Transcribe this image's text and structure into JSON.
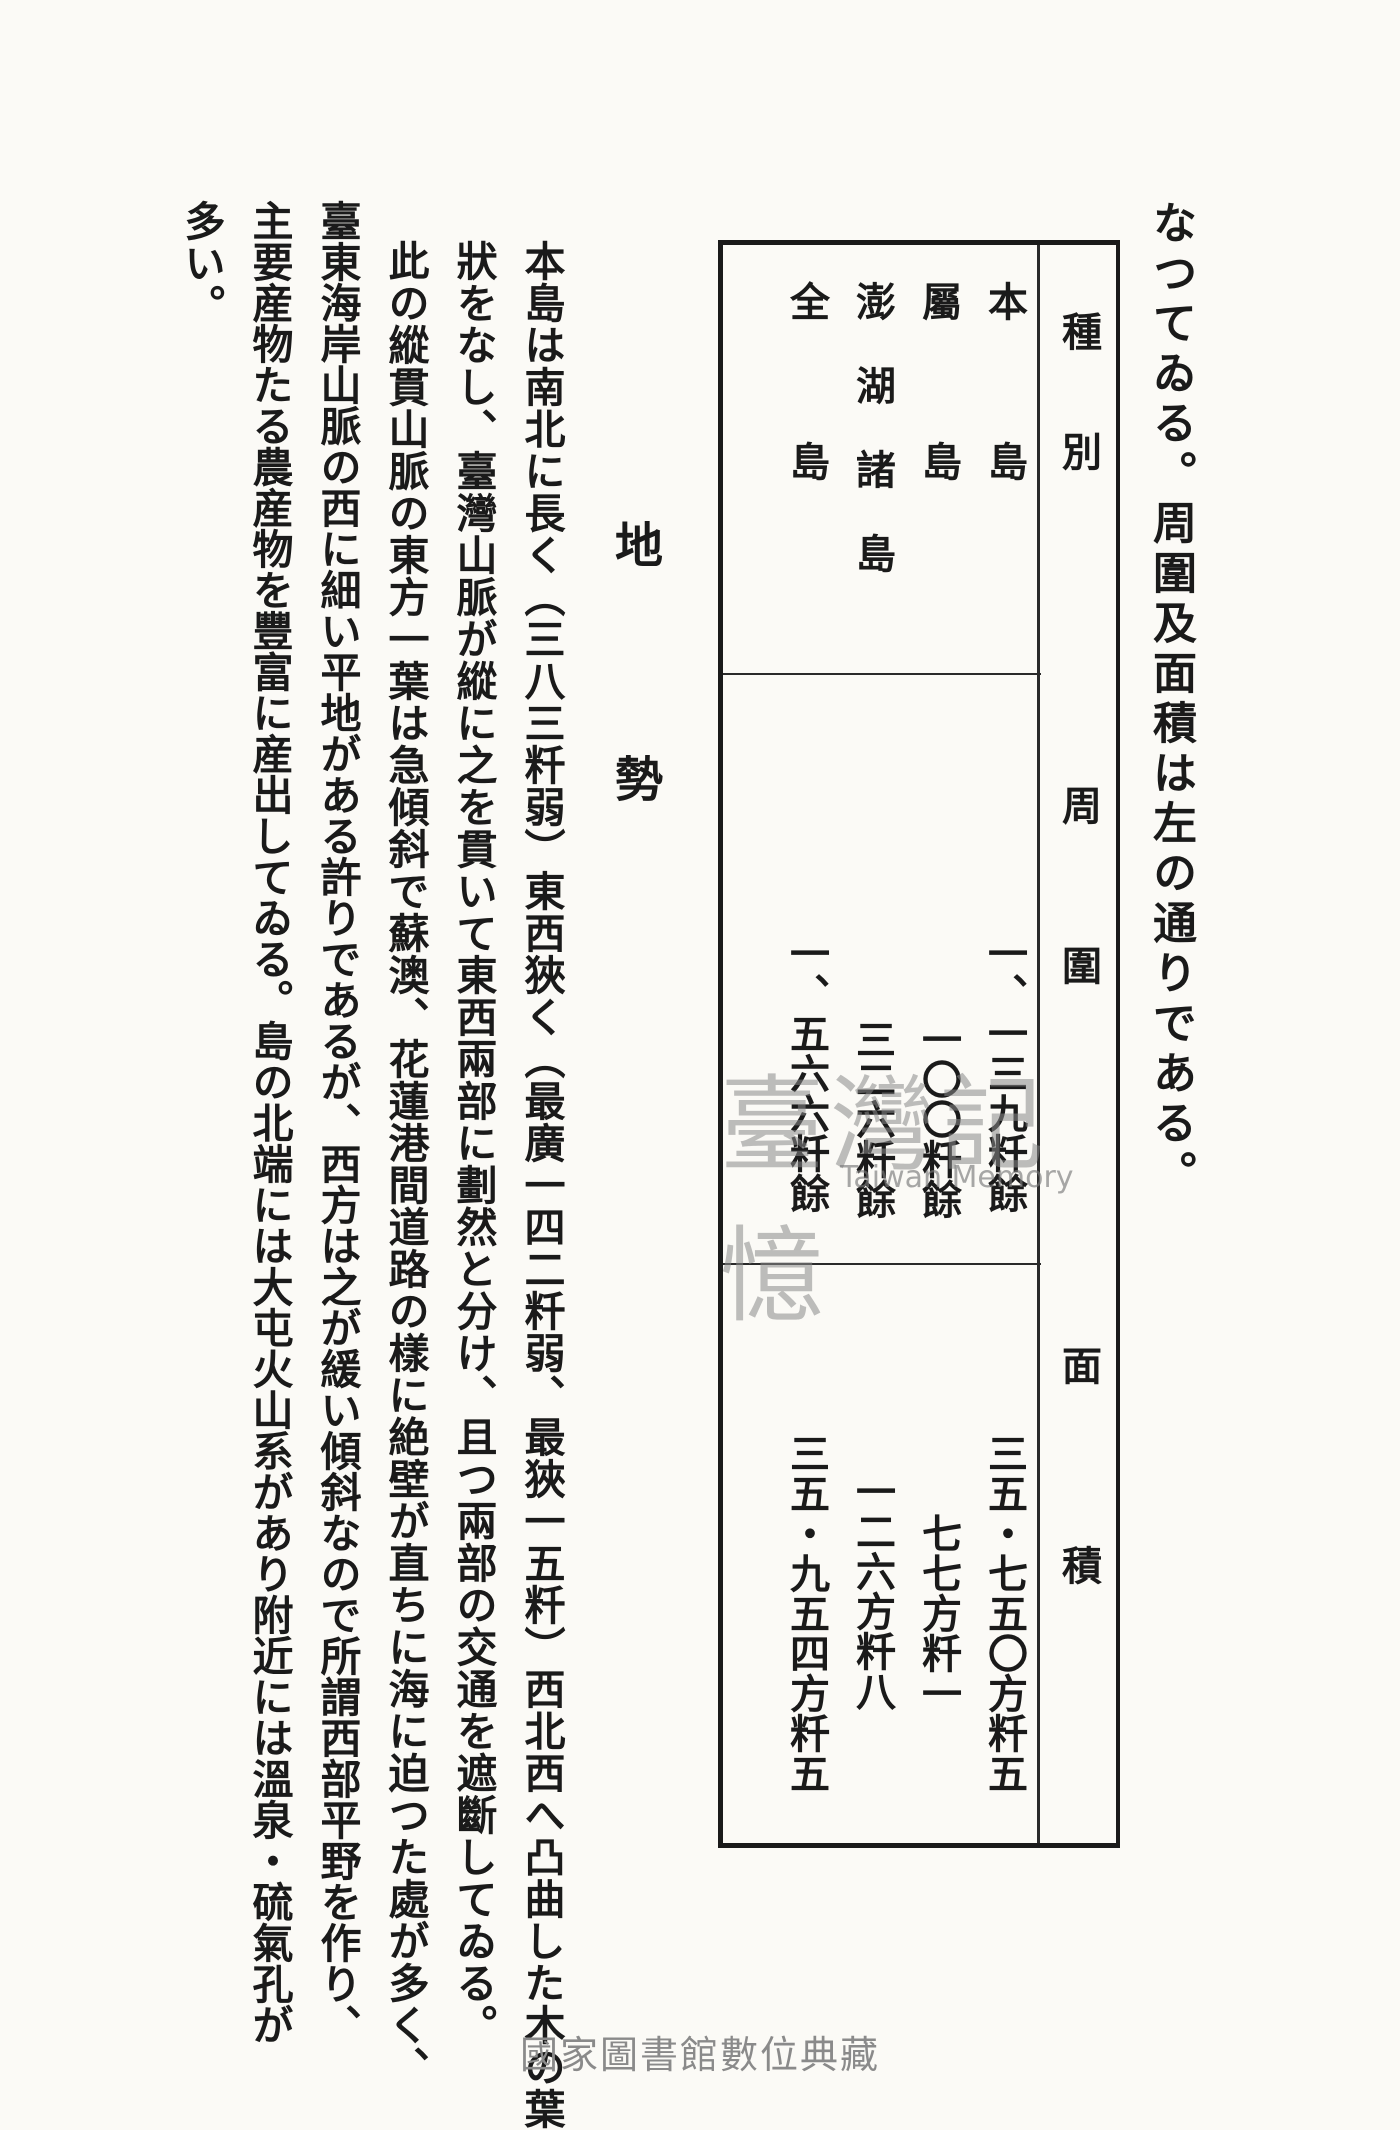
{
  "intro_line": "なつてゐる。周圍及面積は左の通りである。",
  "table": {
    "headers": {
      "category": "種　　別",
      "perimeter": "周　　　圍",
      "area": "面　　　　積"
    },
    "rows": [
      {
        "name": "本　　　島",
        "perimeter": "一、一三九粁餘",
        "area": "三五・七五〇方粁五"
      },
      {
        "name": "屬　　　島",
        "perimeter": "一〇〇粁餘",
        "area": "七七方粁一"
      },
      {
        "name": "澎湖諸島",
        "perimeter": "三二六粁餘",
        "area": "一二六方粁八"
      },
      {
        "name": "全　　　島",
        "perimeter": "一、五六六粁餘",
        "area": "三五・九五四方粁五"
      }
    ]
  },
  "section_title": "地　　勢",
  "body_columns": [
    "本島は南北に長く（三八三粁弱）東西狹く（最廣一四二粁弱、最狹一五粁）西北西へ凸曲した木の葉",
    "狀をなし、臺灣山脈が縱に之を貫いて東西兩部に劃然と分け、且つ兩部の交通を遮斷してゐる。",
    "此の縱貫山脈の東方一葉は急傾斜で蘇澳、花蓮港間道路の樣に絶壁が直ちに海に迫つた處が多く、",
    "臺東海岸山脈の西に細い平地がある許りであるが、西方は之が緩い傾斜なので所謂西部平野を作り、",
    "主要産物たる農産物を豐富に産出してゐる。島の北端には大屯火山系があり附近には溫泉・硫氣孔が",
    "多い。"
  ],
  "watermark": {
    "title": "臺灣記憶",
    "subtitle": "Taiwan Memory"
  },
  "footer": "國家圖書館數位典藏"
}
